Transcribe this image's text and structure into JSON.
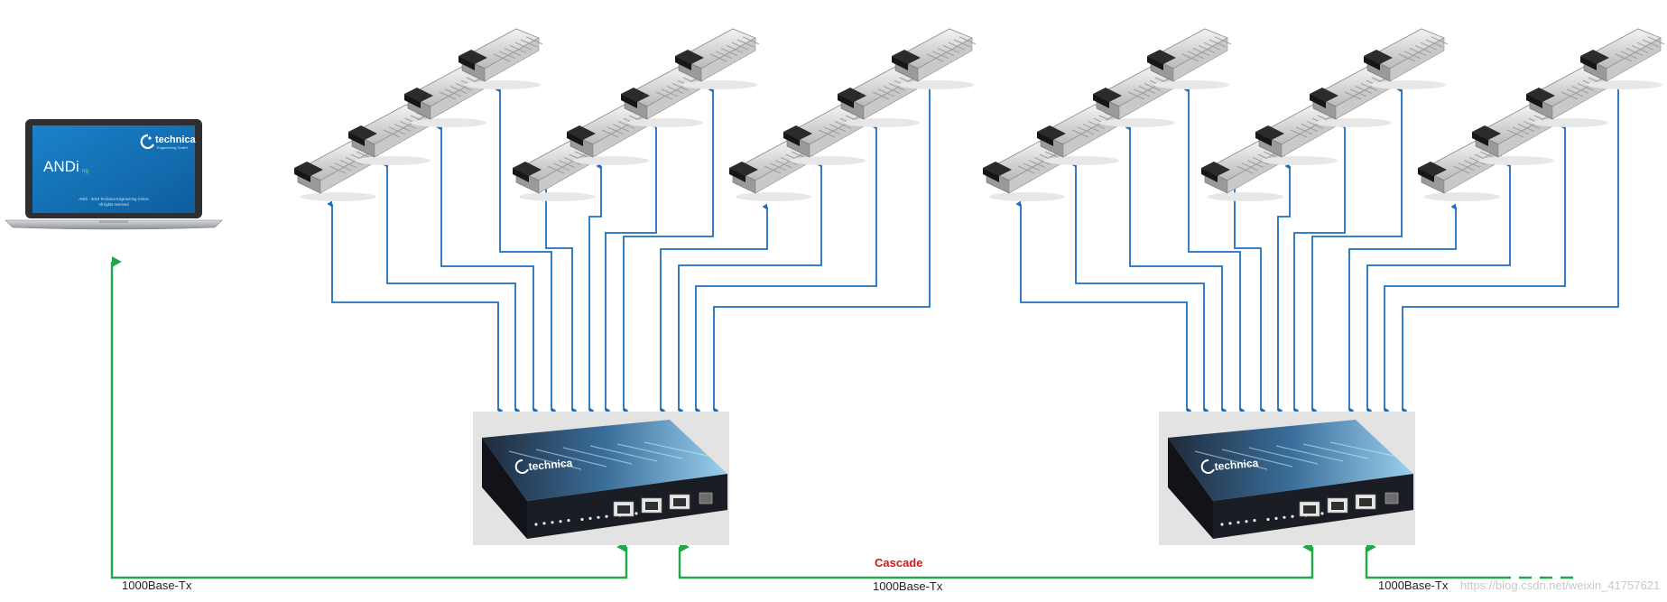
{
  "laptop": {
    "brand": "technica",
    "brand_tagline": "Engineering GmbH",
    "app_name": "ANDi",
    "app_suffix": "ng.",
    "footer_line1": "ANDi - 2016 Technica Engineering GmbH",
    "footer_line2": "All rights reserved"
  },
  "switches": [
    {
      "brand": "technica"
    },
    {
      "brand": "technica"
    }
  ],
  "links": {
    "laptop_link": "1000Base-Tx",
    "cascade_title": "Cascade",
    "cascade_link": "1000Base-Tx",
    "next_link": "1000Base-Tx"
  },
  "watermark": "https://blog.csdn.net/weixin_41757621",
  "colors": {
    "ecu_arrow": "#1f6fc1",
    "ethernet_link": "#1fa84a",
    "cascade_label": "#d01a1a",
    "switch_body": "#1a1d24"
  }
}
